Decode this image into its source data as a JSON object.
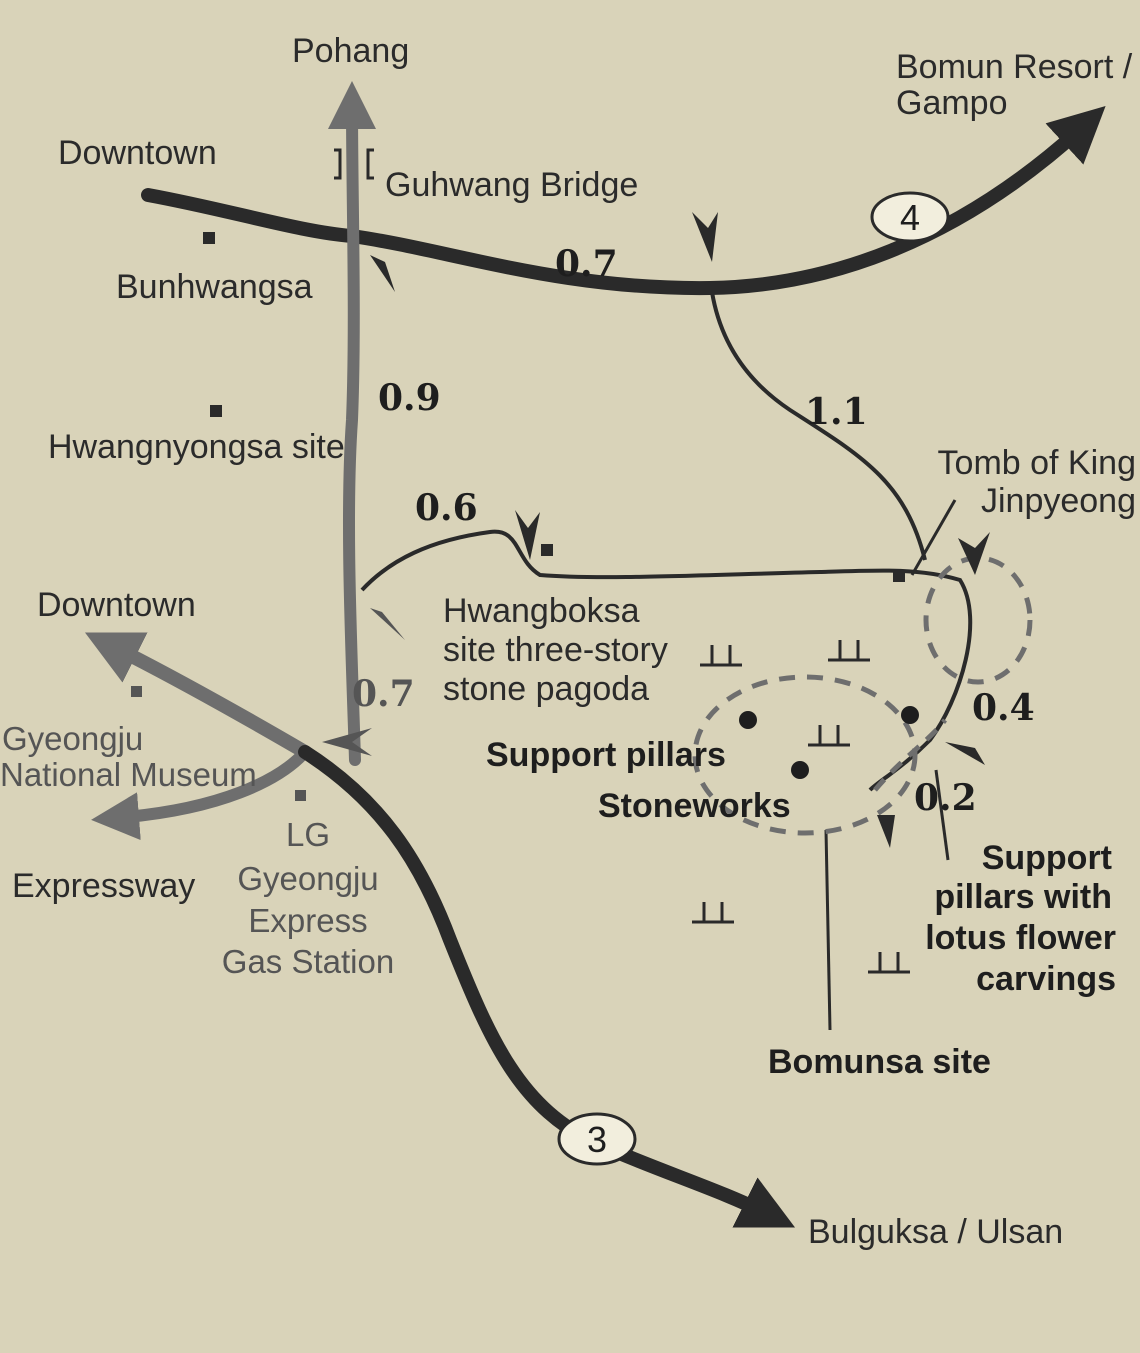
{
  "destinations": {
    "pohang": "Pohang",
    "bomun": [
      "Bomun Resort /",
      "Gampo"
    ],
    "downtown_top": "Downtown",
    "downtown_left": "Downtown",
    "expressway": "Expressway",
    "bulguksa": "Bulguksa / Ulsan"
  },
  "landmarks": {
    "guhwang_bridge": "Guhwang Bridge",
    "bunhwangsa": "Bunhwangsa",
    "hwangnyongsa": "Hwangnyongsa site",
    "museum": [
      "Gyeongju",
      "National Museum"
    ],
    "gas_station": [
      "LG",
      "Gyeongju",
      "Express",
      "Gas Station"
    ],
    "hwangboksa": [
      "Hwangboksa",
      "site three-story",
      "stone pagoda"
    ],
    "tomb": [
      "Tomb of King",
      "Jinpyeong"
    ],
    "support_pillars": "Support pillars",
    "stoneworks": "Stoneworks",
    "support_lotus": [
      "Support",
      "pillars with",
      "lotus flower",
      "carvings"
    ],
    "bomunsa": "Bomunsa site"
  },
  "distances": {
    "guhwang_to_junction": "0.7",
    "north_south": "0.9",
    "junction_to_tomb": "1.1",
    "hwangboksa_road": "0.6",
    "south_segment": "0.7",
    "tomb_segment": "0.4",
    "bomunsa_segment": "0.2"
  },
  "routes": {
    "route_4": "4",
    "route_3": "3"
  },
  "colors": {
    "background": "#d9d3b9",
    "road_dark": "#2a2a2a",
    "road_gray": "#6e6e6e"
  }
}
